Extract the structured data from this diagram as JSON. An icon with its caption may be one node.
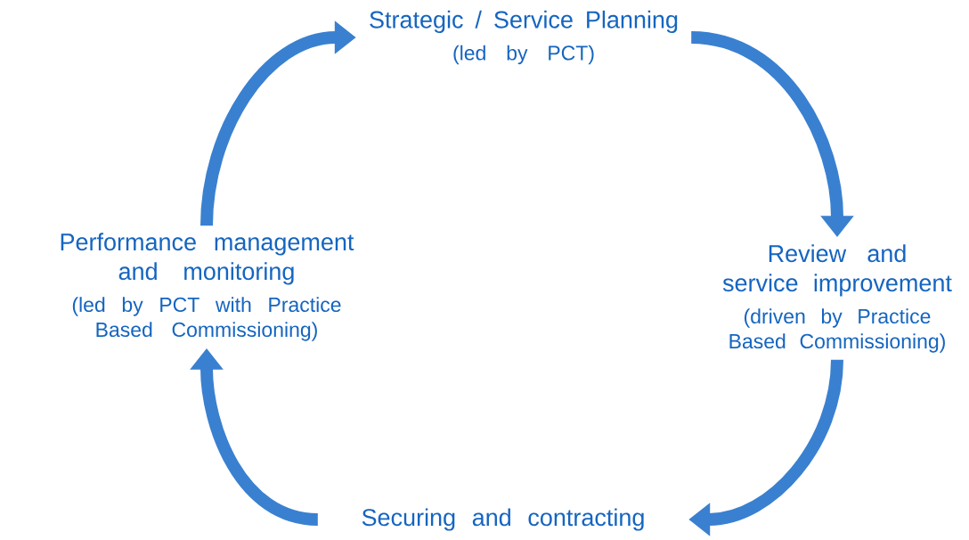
{
  "diagram": {
    "nodes": [
      {
        "text": [
          "Strategic / Service Planning",
          "(led by PCT)"
        ]
      },
      {
        "text": [
          "Review and service improvement",
          "(driven by Practice Based Commissioning)"
        ]
      },
      {
        "text": [
          "Securing and contracting"
        ]
      },
      {
        "text": [
          "Performance management and monitoring",
          "(led by PCT with Practice Based Commissioning)"
        ]
      }
    ],
    "edges": [
      {
        "from": 0,
        "to": 1,
        "arrow": "to"
      },
      {
        "from": 1,
        "to": 2,
        "arrow": "to"
      },
      {
        "from": 2,
        "to": 3,
        "arrow": "to"
      },
      {
        "from": 3,
        "to": 0,
        "arrow": "to"
      }
    ]
  }
}
